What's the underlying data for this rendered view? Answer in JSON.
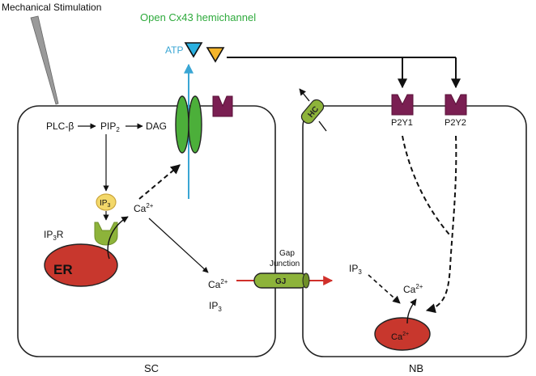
{
  "labels": {
    "mechanical_stimulation": "Mechanical Stimulation",
    "open_cx43_hemichannel": "Open Cx43 hemichannel",
    "atp": "ATP",
    "plc_beta": "PLC-β",
    "pip2_base": "PIP",
    "pip2_sub": "2",
    "dag": "DAG",
    "ip3_base": "IP",
    "ip3_sub": "3",
    "ip3r_base": "IP",
    "ip3r_sub": "3",
    "ip3r_suffix": "R",
    "ca_base": "Ca",
    "ca_sup": "2+",
    "er": "ER",
    "sc_ca_base": "Ca",
    "sc_ca_sup": "2+",
    "sc_ip3_base": "IP",
    "sc_ip3_sub": "3",
    "gap_junction_line1": "Gap",
    "gap_junction_line2": "Junction",
    "gj": "GJ",
    "hc": "HC",
    "p2y1": "P2Y1",
    "p2y2": "P2Y2",
    "nb_ip3_base": "IP",
    "nb_ip3_sub": "3",
    "nb_ca_base": "Ca",
    "nb_ca_sup": "2+",
    "store_ca_base": "Ca",
    "store_ca_sup": "2+",
    "sc": "SC",
    "nb": "NB"
  },
  "colors": {
    "green_text": "#2eaa3c",
    "atp_blue": "#3aa6d4",
    "triangle_blue": "#2ab0e0",
    "triangle_yellow": "#f5b52a",
    "cx43_green": "#4caf3a",
    "receptor_purple": "#7a1f52",
    "er_red": "#c8372d",
    "olive": "#8db33a",
    "ip3_yellow": "#f3d86a",
    "gj_arrow_red": "#d0302a"
  }
}
